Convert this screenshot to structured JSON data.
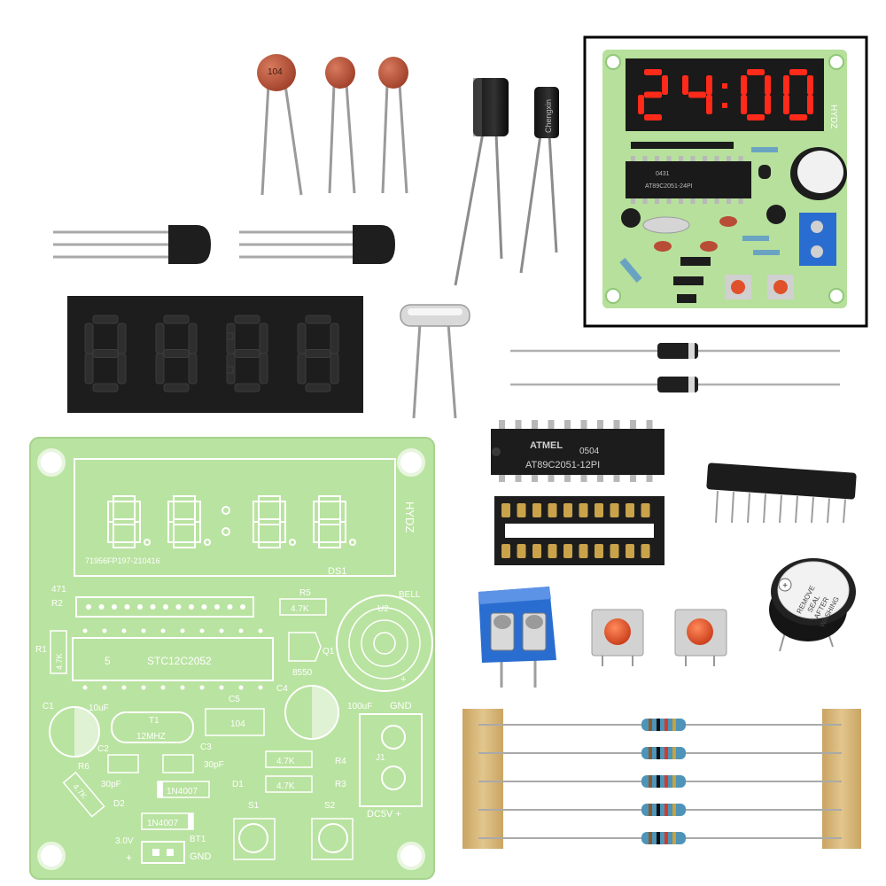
{
  "scene": "kit-components",
  "colors": {
    "pcb": "#b9e3a0",
    "pcb_edge": "#a6d38c",
    "silkscreen": "#ffffff",
    "led_on": "#ff2a1a",
    "display_body": "#1a1a1a",
    "terminal": "#1f5fc4",
    "button_cap": "#e0502a",
    "capacitor": "#b84d35",
    "tape": "#d8b676"
  },
  "display": {
    "digits": [
      "8",
      "8",
      "8",
      "8"
    ]
  },
  "inset": {
    "display_digits": [
      "2",
      "4",
      "0",
      "0"
    ],
    "board_label": "HYDZ",
    "chip_label": "AT89C2051-24PI",
    "chip_code": "0431"
  },
  "chip": {
    "brand": "ATMEL",
    "code": "0504",
    "model": "AT89C2051-12PI"
  },
  "ceramic_cap": {
    "label": "104"
  },
  "electrolytic": {
    "brand": "Chengxin"
  },
  "buzzer": {
    "sticker_lines": [
      "REMOVE",
      "SEAL",
      "AFTER",
      "WASHING"
    ]
  },
  "pcb": {
    "board_label": "HYDZ",
    "part_number": "71956FP197-210416",
    "ds": "DS1",
    "r2_value": "471",
    "r2": "R2",
    "r5": "R5",
    "r5_value": "4.7K",
    "bell": "BELL",
    "u2": "U2",
    "r1": "R1",
    "r1_value": "4.7K",
    "ic_label": "STC12C2052",
    "ic_pin_mark": "5",
    "q1": "Q1",
    "q_model": "8550",
    "c4": "C4",
    "c1": "C1",
    "c1_value": "10uF",
    "t1": "T1",
    "t1_value": "12MHZ",
    "c5": "C5",
    "c5_value": "104",
    "c4_value": "100uF",
    "gnd": "GND",
    "c2": "C2",
    "c3": "C3",
    "c3_value": "30pF",
    "r4": "R4",
    "r4_value": "4.7K",
    "j1": "J1",
    "r6": "R6",
    "r6_value": "4.7K",
    "c2_value": "30pF",
    "d1": "D1",
    "d1_value": "1N4007",
    "r3": "R3",
    "r3_value": "4.7K",
    "d2": "D2",
    "d2_value": "1N4007",
    "s1": "S1",
    "s2": "S2",
    "dc5v": "DC5V +",
    "bat_voltage": "3.0V",
    "bt1": "BT1",
    "plus": "+",
    "gnd_bottom": "GND"
  }
}
